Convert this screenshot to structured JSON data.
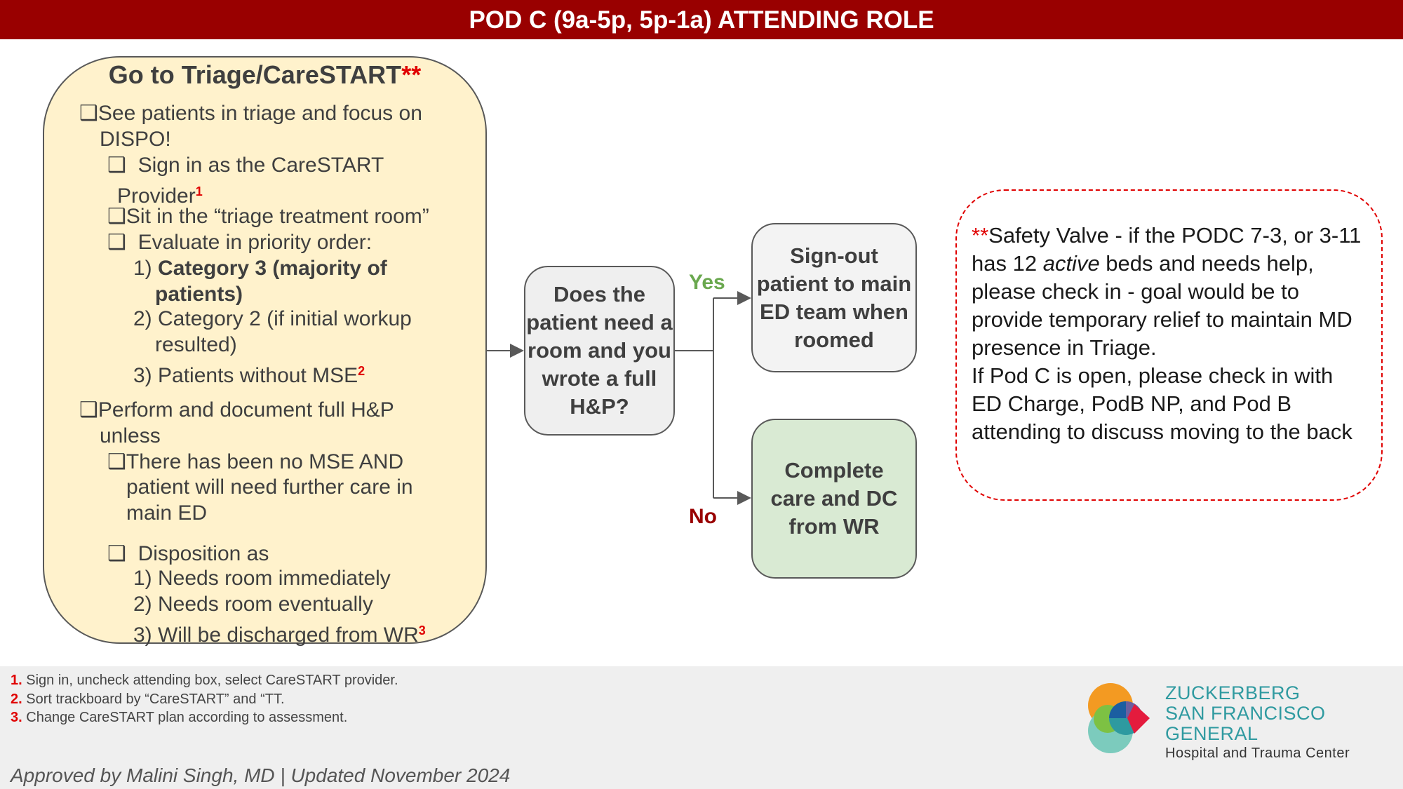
{
  "header": {
    "title": "POD C (9a-5p, 5p-1a) ATTENDING ROLE"
  },
  "left_box": {
    "title": "Go to Triage/CareSTART",
    "title_mark": "**",
    "checkbox": "❑",
    "l1": "See patients in triage and focus on",
    "l2": "DISPO!",
    "l3": "Sign in as the CareSTART",
    "l4": "Provider",
    "l4_sup": "1",
    "l5": "Sit in the “triage treatment room”",
    "l6": "Evaluate in priority order:",
    "l7_num": "1)",
    "l7": "Category 3 (majority of",
    "l8": "patients)",
    "l9": "2) Category 2 (if initial workup",
    "l10": "resulted)",
    "l11": "3) Patients without MSE",
    "l11_sup": "2",
    "l12": "Perform and document full H&P",
    "l13": "unless",
    "l14": "There has been no MSE AND",
    "l15": "patient will need further care in",
    "l16": "main ED",
    "l17": "Disposition as",
    "l18": "1) Needs room immediately",
    "l19": "2) Needs room eventually",
    "l20": "3) Will be discharged from WR",
    "l20_sup": "3"
  },
  "flow": {
    "decision": "Does the patient need a room and you wrote a full H&P?",
    "yes_label": "Yes",
    "no_label": "No",
    "yes_node": "Sign-out patient to main ED team when roomed",
    "no_node": "Complete care and DC from WR",
    "yes_color": "#6aa84f",
    "no_color": "#990000"
  },
  "safety": {
    "mark": "**",
    "t1": "Safety Valve - if the PODC 7-3, or 3-11 has 12 ",
    "t_italic": "active",
    "t2": " beds and needs help, please check in - goal would be to provide temporary relief to maintain MD presence in Triage.",
    "t3": "If Pod C is open, please check in with ED Charge, PodB NP, and Pod B attending to discuss moving to the back"
  },
  "footnotes": [
    {
      "num": "1.",
      "text": "Sign in, uncheck attending box, select CareSTART provider."
    },
    {
      "num": "2.",
      "text": "Sort trackboard by “CareSTART” and “TT."
    },
    {
      "num": "3.",
      "text": "Change CareSTART plan according to assessment."
    }
  ],
  "approved": "Approved by Malini Singh, MD | Updated November 2024",
  "logo": {
    "line1": "ZUCKERBERG",
    "line2": "SAN FRANCISCO GENERAL",
    "line3": "Hospital and Trauma Center"
  },
  "colors": {
    "header": "#990000",
    "left_box": "#fff2cc",
    "complete": "#d9ead3",
    "accent_red": "#e00000",
    "logo_teal": "#2f9aa0"
  }
}
